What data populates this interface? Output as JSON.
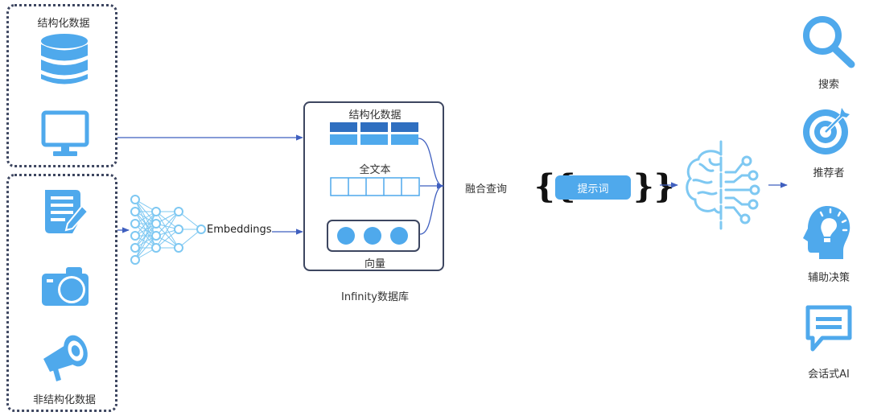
{
  "colors": {
    "icon_blue": "#4fa9ec",
    "dark_blue": "#2f6fc0",
    "arrow_blue": "#3f5fbf",
    "border_dark": "#3d4660",
    "brain_light": "#7ec8f2"
  },
  "sources": {
    "structured": {
      "title": "结构化数据",
      "icons": [
        "database-icon",
        "monitor-icon"
      ]
    },
    "unstructured": {
      "title": "非结构化数据",
      "icons": [
        "document-edit-icon",
        "camera-icon",
        "megaphone-icon"
      ]
    }
  },
  "embedding": {
    "label": "Embeddings",
    "icon": "neural-network-icon"
  },
  "database": {
    "caption": "Infinity数据库",
    "structured_label": "结构化数据",
    "fulltext_label": "全文本",
    "vector_label": "向量"
  },
  "fusion": {
    "label": "融合查询"
  },
  "prompt": {
    "open_brace": "{{",
    "label": "提示词",
    "close_brace": "}}"
  },
  "llm": {
    "icon": "ai-brain-icon"
  },
  "applications": [
    {
      "label": "搜索",
      "icon": "search-icon"
    },
    {
      "label": "推荐者",
      "icon": "target-icon"
    },
    {
      "label": "辅助决策",
      "icon": "head-idea-icon"
    },
    {
      "label": "会话式AI",
      "icon": "chat-icon"
    }
  ]
}
